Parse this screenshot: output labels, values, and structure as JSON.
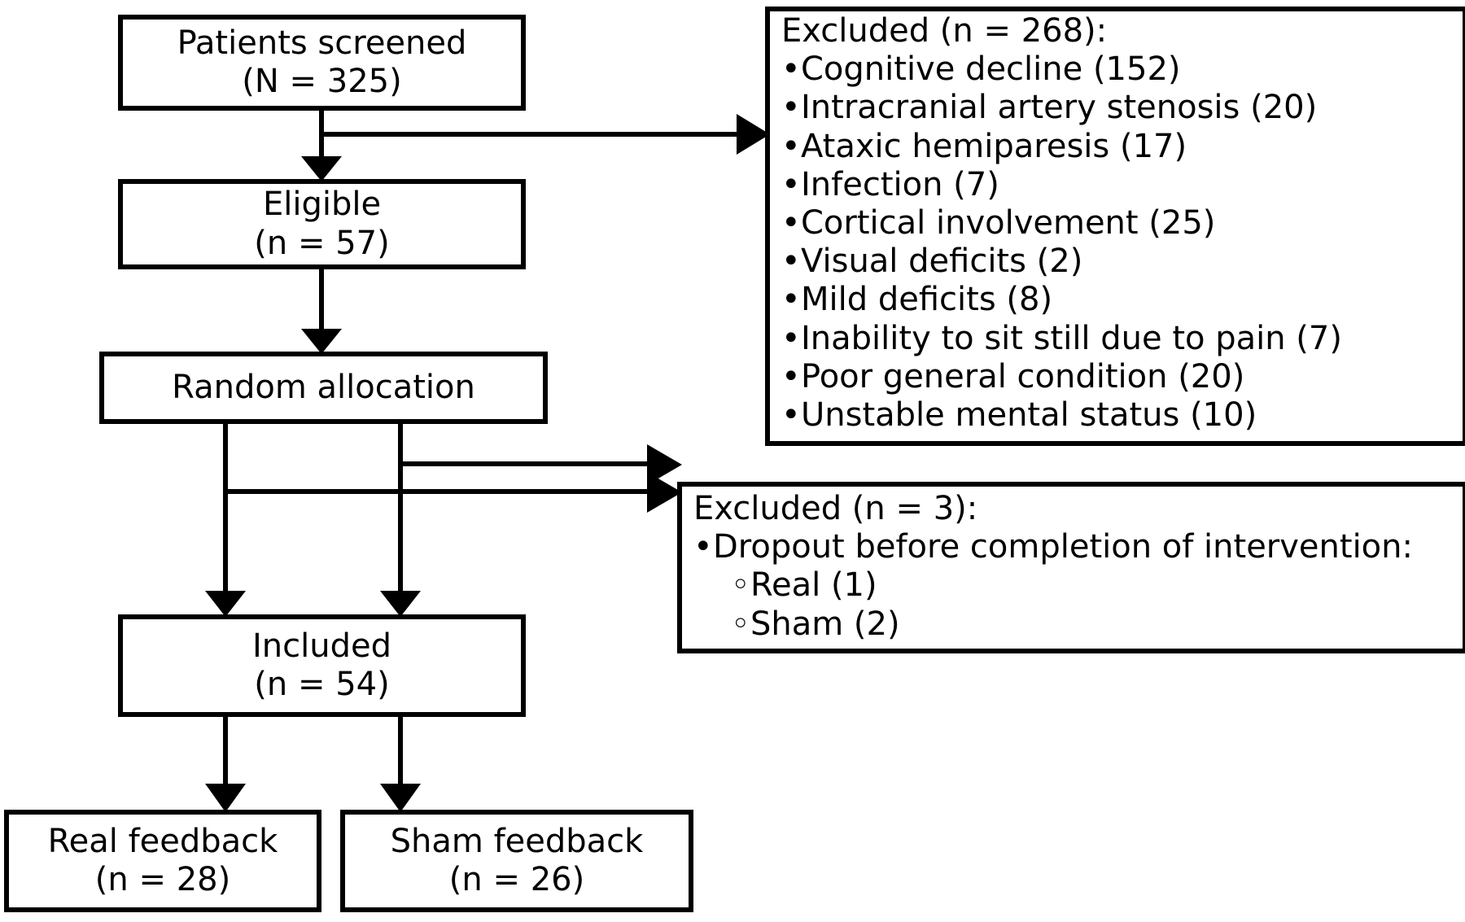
{
  "diagram": {
    "type": "consort-flow-diagram",
    "colors": {
      "stroke": "#000000",
      "fill": "#ffffff",
      "text": "#000000"
    },
    "nodes": {
      "screened": {
        "title": "Patients screened",
        "count": "(N = 325)"
      },
      "eligible": {
        "title": "Eligible",
        "count": "(n = 57)"
      },
      "allocation": {
        "title": "Random allocation",
        "count": ""
      },
      "included": {
        "title": "Included",
        "count": "(n = 54)"
      },
      "real": {
        "title": "Real feedback",
        "count": "(n = 28)"
      },
      "sham": {
        "title": "Sham feedback",
        "count": "(n = 26)"
      }
    },
    "excluded_screening": {
      "heading": "Excluded (n = 268):",
      "bullet": "•",
      "items": [
        "Cognitive decline (152)",
        "Intracranial artery stenosis (20)",
        "Ataxic hemiparesis (17)",
        "Infection (7)",
        "Cortical involvement (25)",
        "Visual deficits (2)",
        "Mild deficits (8)",
        "Inability to sit still due to pain (7)",
        "Poor general condition (20)",
        "Unstable mental status (10)"
      ]
    },
    "excluded_dropout": {
      "heading": "Excluded (n = 3):",
      "bullet": "•",
      "sub_bullet": "◦",
      "items": [
        "Dropout before completion of intervention:"
      ],
      "sub_items": [
        "Real (1)",
        "Sham (2)"
      ]
    }
  }
}
